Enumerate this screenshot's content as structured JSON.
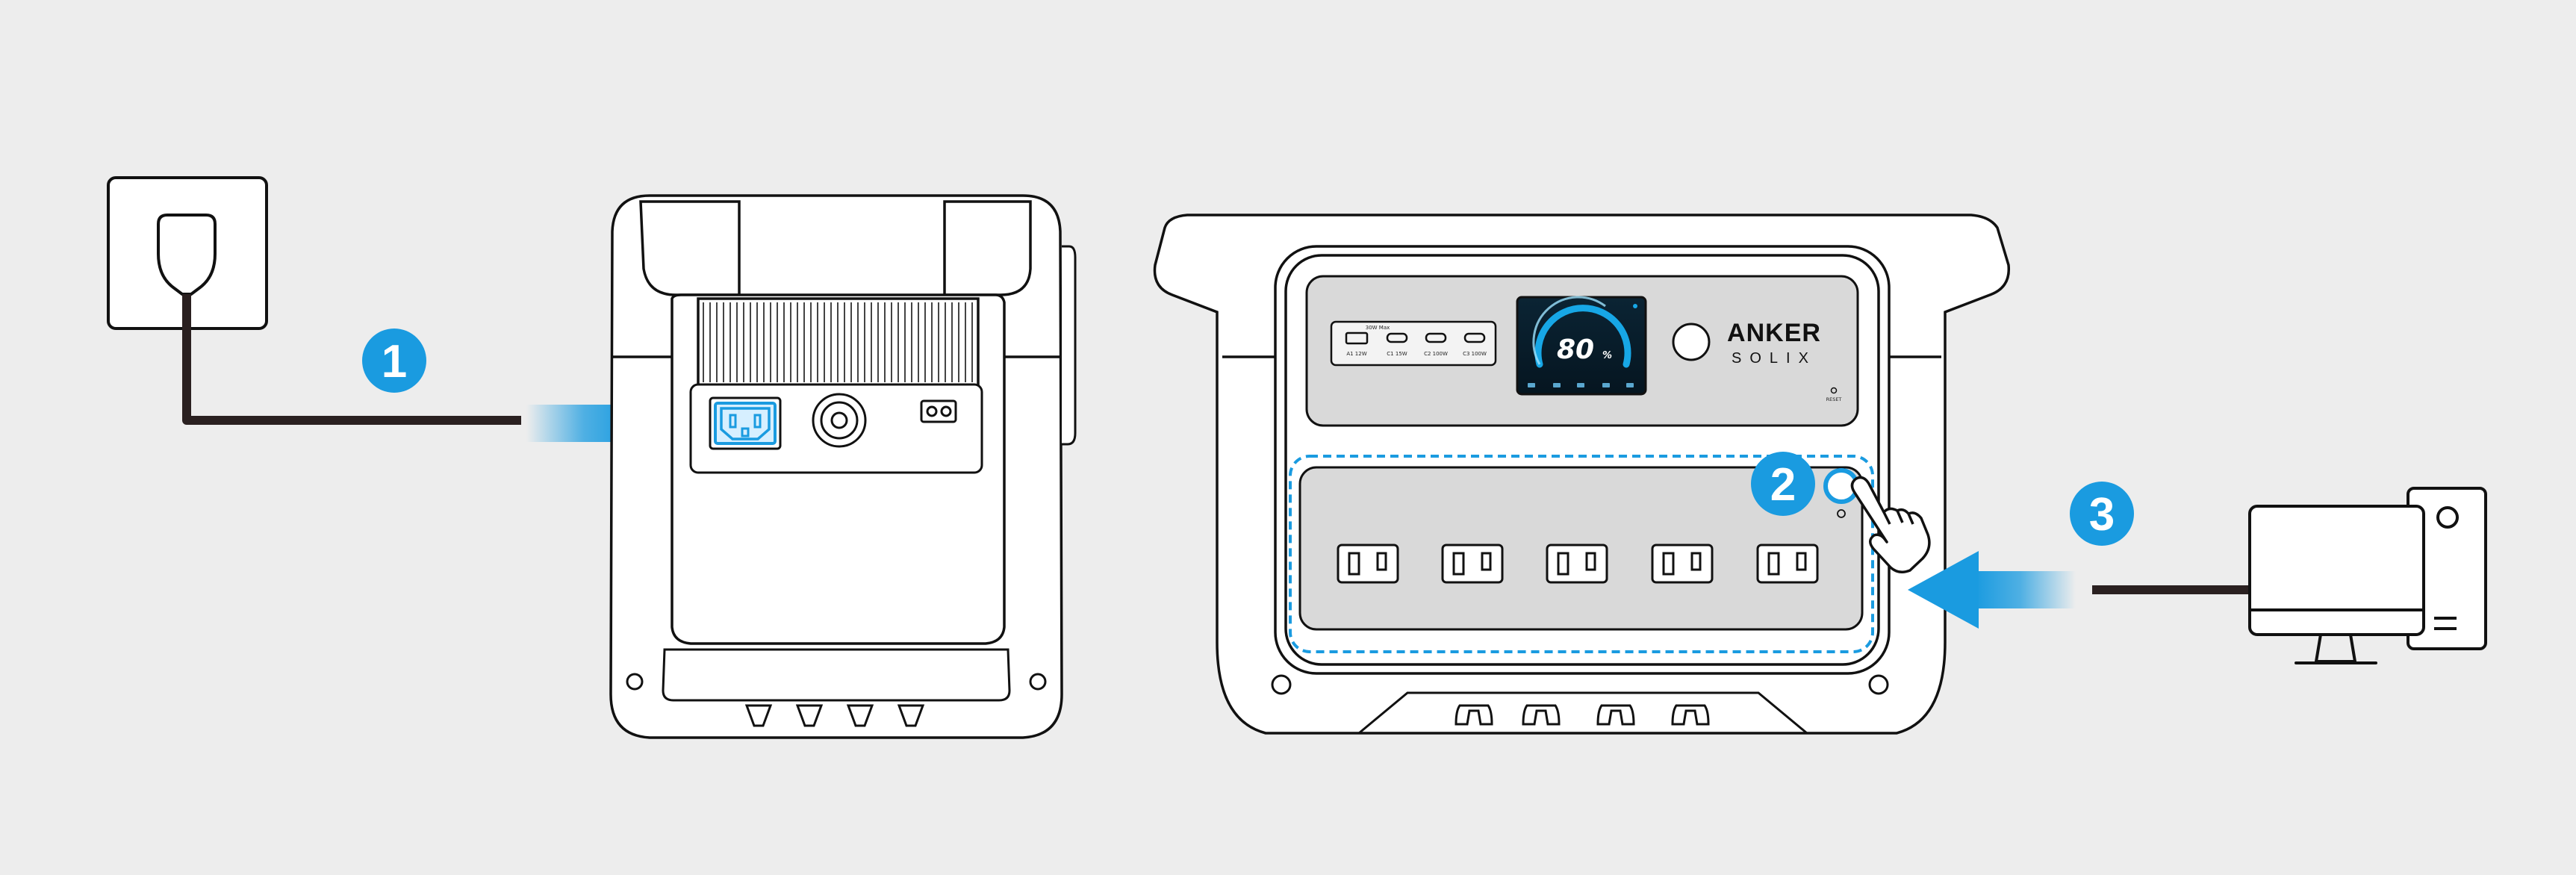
{
  "steps": [
    {
      "number": "1"
    },
    {
      "number": "2"
    },
    {
      "number": "3"
    }
  ],
  "brand": {
    "name": "ANKER",
    "sub": "SOLIX"
  },
  "display": {
    "battery_value": "80",
    "battery_unit": "%"
  },
  "port_labels": {
    "usb_header": "30W Max",
    "a1": "A1 12W",
    "c1": "C1 15W",
    "c2": "C2 100W",
    "c3": "C3 100W"
  },
  "reset_label": "RESET",
  "colors": {
    "accent_blue": "#1a9be0",
    "cable": "#2a2020",
    "panel_gray": "#d9d9d9",
    "background": "#ededed"
  }
}
